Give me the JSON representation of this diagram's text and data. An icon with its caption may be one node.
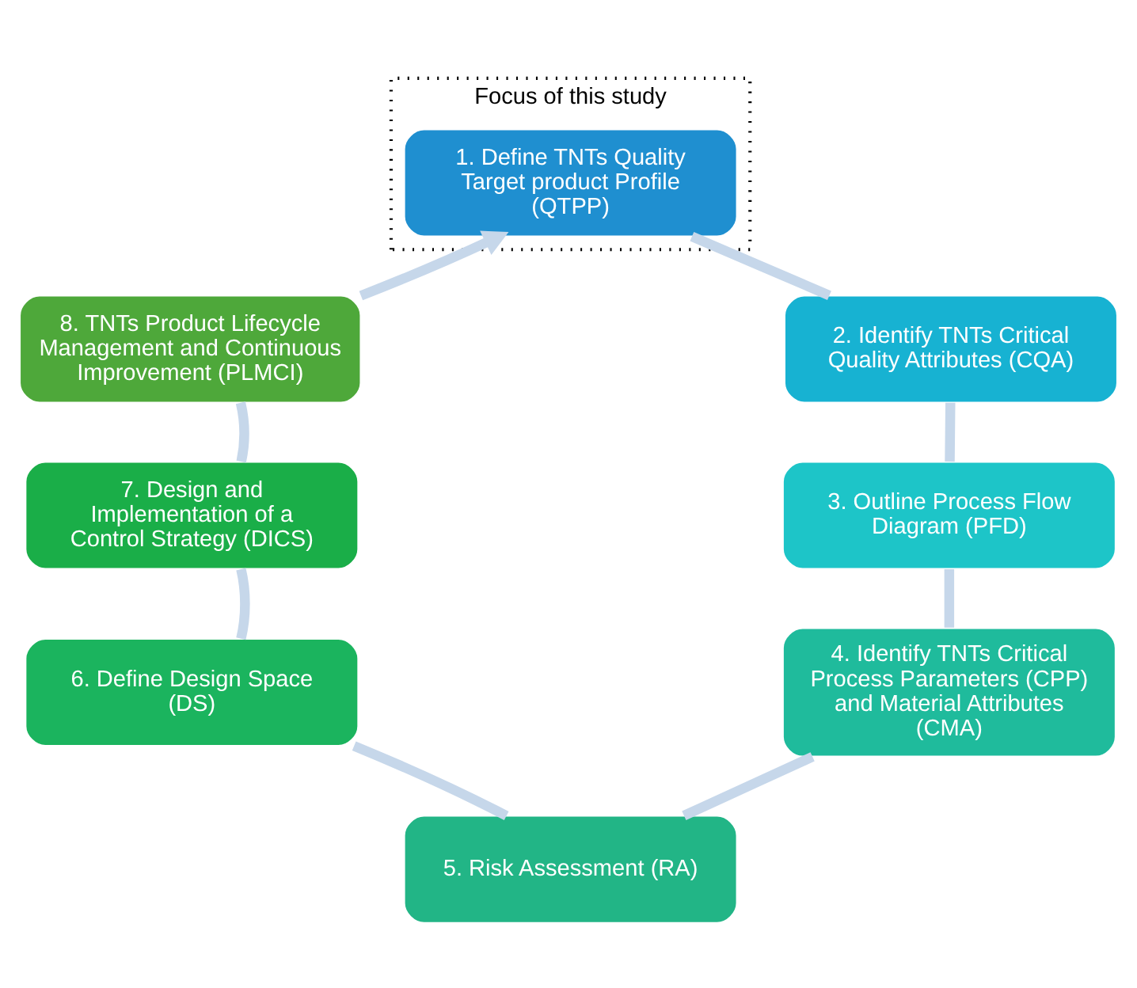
{
  "diagram": {
    "nodes": [
      {
        "text": [
          "Focus of this study"
        ]
      },
      {
        "text": [
          "1. Define TNTs Quality Target product Profile (QTPP)"
        ],
        "in": 0
      },
      {
        "text": [
          "2. Identify TNTs Critical Quality Attributes (CQA)"
        ]
      },
      {
        "text": [
          "3. Outline Process Flow Diagram (PFD)"
        ]
      },
      {
        "text": [
          "4. Identify TNTs Critical Process Parameters (CPP) and Material Attributes (CMA)"
        ]
      },
      {
        "text": [
          "5. Risk Assessment (RA)"
        ]
      },
      {
        "text": [
          "6. Define Design Space (DS)"
        ]
      },
      {
        "text": [
          "7. Design and Implementation of a Control Strategy (DICS)"
        ]
      },
      {
        "text": [
          "8. TNTs Product Lifecycle Management and Continuous Improvement (PLMCI)"
        ]
      }
    ],
    "edges": [
      {
        "from": 1,
        "to": 2,
        "arrow": "none"
      },
      {
        "from": 2,
        "to": 3,
        "arrow": "none"
      },
      {
        "from": 3,
        "to": 4,
        "arrow": "none"
      },
      {
        "from": 4,
        "to": 5,
        "arrow": "none"
      },
      {
        "from": 5,
        "to": 6,
        "arrow": "none"
      },
      {
        "from": 6,
        "to": 7,
        "arrow": "none"
      },
      {
        "from": 7,
        "to": 8,
        "arrow": "none"
      },
      {
        "from": 8,
        "to": 1,
        "arrow": "to"
      }
    ]
  }
}
